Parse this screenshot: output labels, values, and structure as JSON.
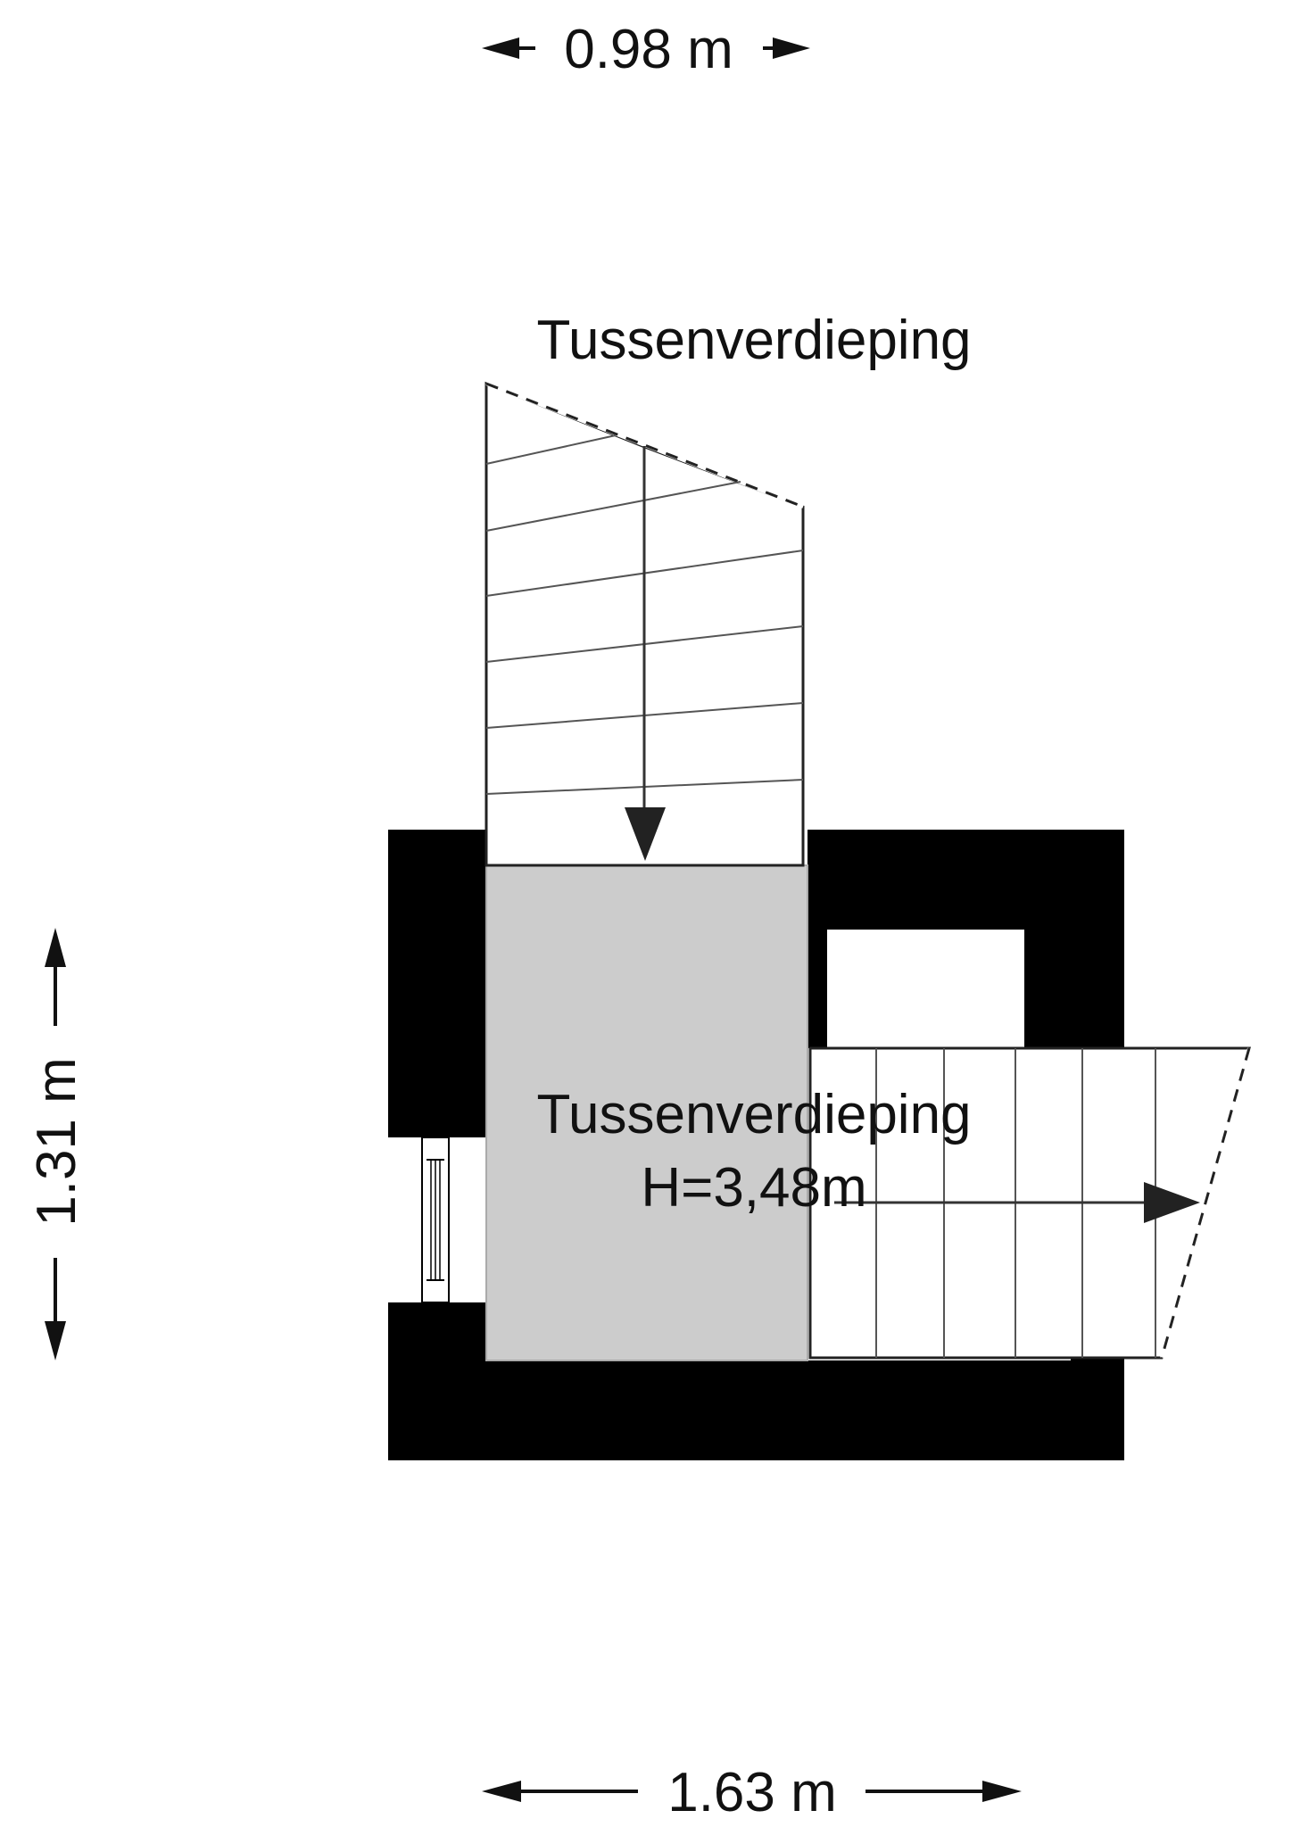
{
  "dimensions": {
    "top_width": "0.98 m",
    "bottom_width": "1.63 m",
    "left_height": "1.31 m"
  },
  "labels": {
    "stair_top": "Tussenverdieping",
    "room_name": "Tussenverdieping",
    "room_height": "H=3,48m"
  },
  "colors": {
    "wall": "#000000",
    "floor": "#cccccc",
    "stair": "#ffffff",
    "line": "#222222"
  }
}
